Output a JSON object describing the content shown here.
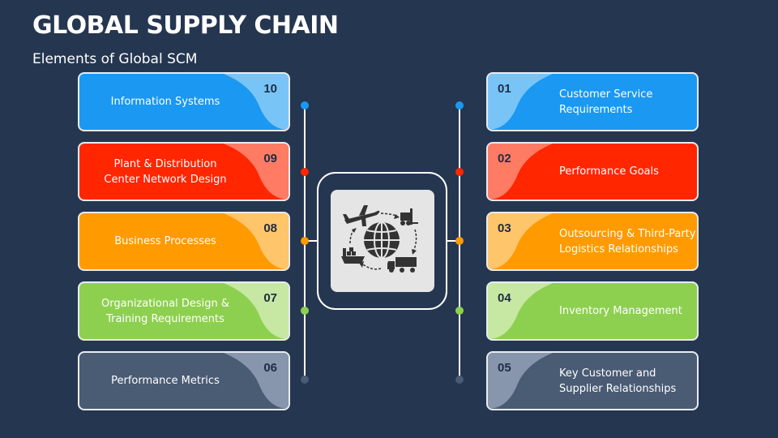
{
  "header": {
    "title": "GLOBAL SUPPLY CHAIN",
    "subtitle": "Elements of Global SCM"
  },
  "center_icon": {
    "name": "global-logistics-icon",
    "parts": [
      "airplane-icon",
      "forklift-icon",
      "globe-icon",
      "cargo-ship-icon",
      "truck-icon",
      "circular-arrows-icon"
    ]
  },
  "left_items": [
    {
      "number": "10",
      "label": "Information Systems",
      "color": "#1a98f2",
      "tab_color": "#79c4f7"
    },
    {
      "number": "09",
      "label": "Plant & Distribution\nCenter Network Design",
      "color": "#ff2600",
      "tab_color": "#ff7b63"
    },
    {
      "number": "08",
      "label": "Business Processes",
      "color": "#ff9a00",
      "tab_color": "#ffc56a"
    },
    {
      "number": "07",
      "label": "Organizational Design &\nTraining Requirements",
      "color": "#8dd04f",
      "tab_color": "#c6e8a3"
    },
    {
      "number": "06",
      "label": "Performance Metrics",
      "color": "#4a5b74",
      "tab_color": "#8796ad"
    }
  ],
  "right_items": [
    {
      "number": "01",
      "label": "Customer Service\nRequirements",
      "color": "#1a98f2",
      "tab_color": "#79c4f7"
    },
    {
      "number": "02",
      "label": "Performance Goals",
      "color": "#ff2600",
      "tab_color": "#ff7b63"
    },
    {
      "number": "03",
      "label": "Outsourcing & Third-Party\nLogistics Relationships",
      "color": "#ff9a00",
      "tab_color": "#ffc56a"
    },
    {
      "number": "04",
      "label": "Inventory Management",
      "color": "#8dd04f",
      "tab_color": "#c6e8a3"
    },
    {
      "number": "05",
      "label": "Key Customer and\nSupplier Relationships",
      "color": "#4a5b74",
      "tab_color": "#8796ad"
    }
  ]
}
